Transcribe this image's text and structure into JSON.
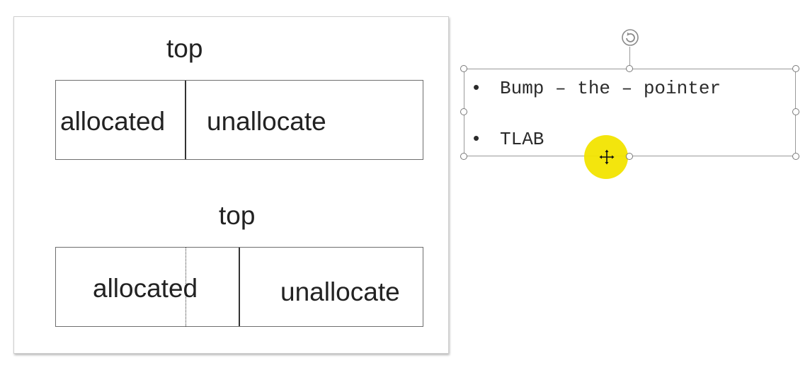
{
  "diagram_panel": {
    "top_section": {
      "top_label": "top",
      "allocated_label": "allocated",
      "unallocated_label": "unallocate"
    },
    "bottom_section": {
      "top_label": "top",
      "allocated_label": "allocated",
      "unallocated_label": "unallocate"
    }
  },
  "text_box": {
    "items": [
      {
        "bullet": "•",
        "text": "Bump – the – pointer"
      },
      {
        "bullet": "•",
        "text": "TLAB"
      }
    ],
    "selected": true
  },
  "icons": {
    "rotate_handle": "rotate-icon",
    "move_cursor": "move-icon"
  },
  "colors": {
    "cursor_highlight": "#f2e400",
    "selection_border": "#9a9a9a"
  }
}
